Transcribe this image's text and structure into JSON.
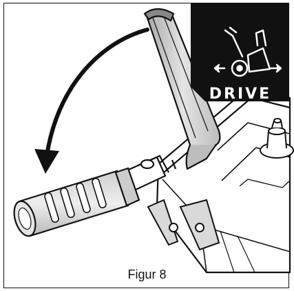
{
  "figure": {
    "caption": "Figur 8"
  },
  "badge": {
    "label": "DRIVE",
    "icon": "snowblower-drive-icon",
    "background": "#111111",
    "foreground": "#ffffff"
  },
  "illustration": {
    "subject": "drive-control-lever-and-handle",
    "arrow": "curved-arrow"
  }
}
